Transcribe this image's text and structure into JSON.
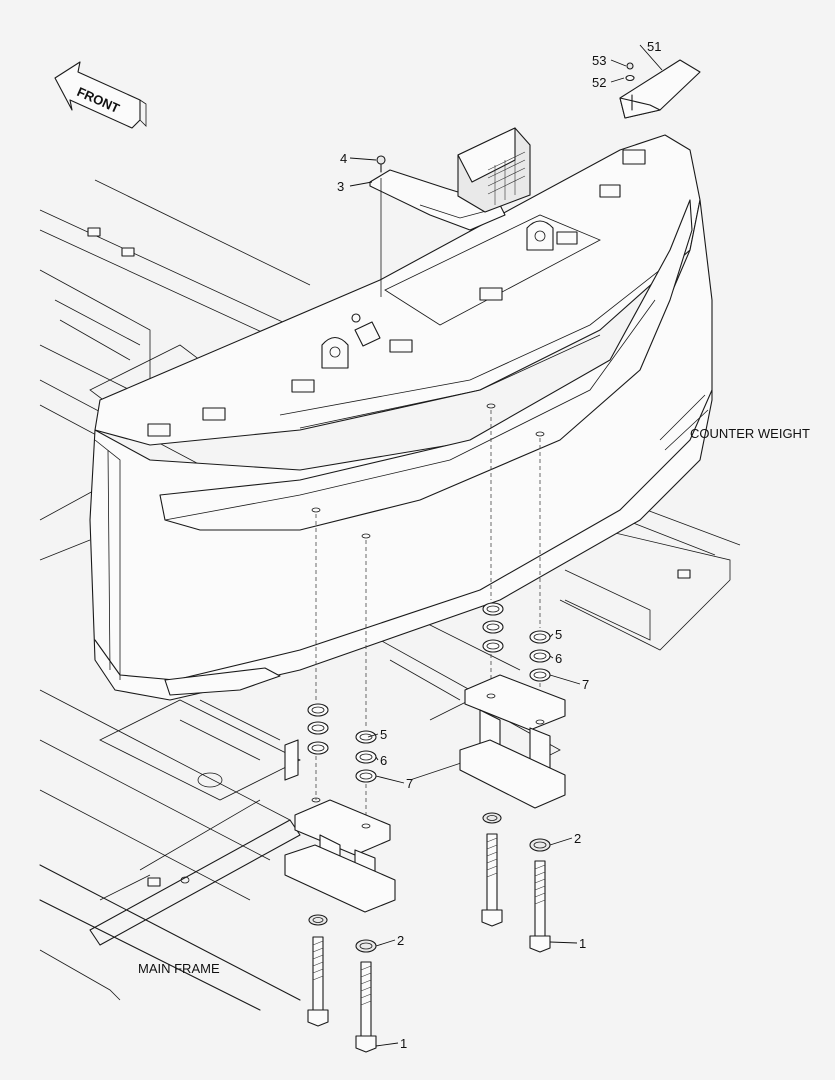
{
  "arrow": {
    "text": "FRONT"
  },
  "captions": {
    "counter_weight": "COUNTER WEIGHT",
    "main_frame": "MAIN FRAME"
  },
  "callouts": {
    "c1a": "1",
    "c1b": "1",
    "c2a": "2",
    "c2b": "2",
    "c3": "3",
    "c4": "4",
    "c5a": "5",
    "c5b": "5",
    "c6a": "6",
    "c6b": "6",
    "c7a": "7",
    "c7b": "7",
    "c51": "51",
    "c52": "52",
    "c53": "53"
  }
}
